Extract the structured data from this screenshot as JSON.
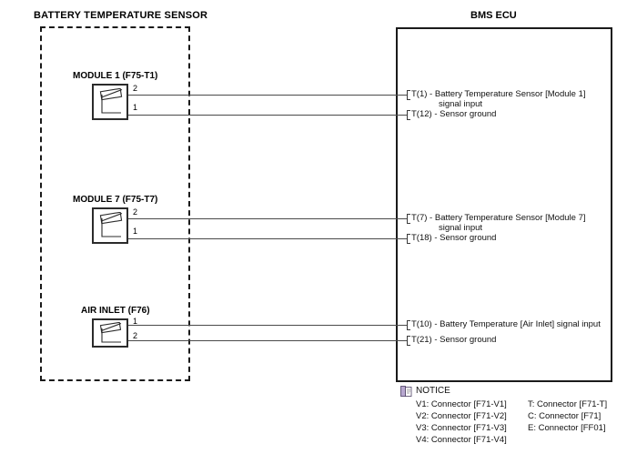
{
  "diagram": {
    "left_group_title": "BATTERY TEMPERATURE SENSOR",
    "ecu_title": "BMS ECU"
  },
  "sensors": [
    {
      "label": "MODULE 1 (F75-T1)",
      "icon": "thermistor-icon",
      "pins": [
        {
          "number": "2"
        },
        {
          "number": "1"
        }
      ]
    },
    {
      "label": "MODULE 7 (F75-T7)",
      "icon": "thermistor-icon",
      "pins": [
        {
          "number": "2"
        },
        {
          "number": "1"
        }
      ]
    },
    {
      "label": "AIR INLET (F76)",
      "icon": "thermistor-icon",
      "pins": [
        {
          "number": "1"
        },
        {
          "number": "2"
        }
      ]
    }
  ],
  "ecu_pins": [
    {
      "line1": "T(1) - Battery Temperature Sensor [Module 1]",
      "line2": "signal input"
    },
    {
      "line1": "T(12) - Sensor ground",
      "line2": ""
    },
    {
      "line1": "T(7) - Battery Temperature Sensor [Module 7]",
      "line2": "signal input"
    },
    {
      "line1": "T(18) - Sensor ground",
      "line2": ""
    },
    {
      "line1": "T(10) - Battery Temperature [Air Inlet] signal input",
      "line2": ""
    },
    {
      "line1": "T(21) - Sensor ground",
      "line2": ""
    }
  ],
  "notice": {
    "icon": "book-icon",
    "title": "NOTICE",
    "column_left": [
      "V1: Connector [F71-V1]",
      "V2: Connector [F71-V2]",
      "V3: Connector [F71-V3]",
      "V4: Connector [F71-V4]"
    ],
    "column_right": [
      "T: Connector [F71-T]",
      "C: Connector [F71]",
      "E: Connector [FF01]"
    ]
  },
  "colors": {
    "line": "#4a4a4a",
    "border": "#1a1a1a",
    "text": "#111111",
    "background": "#ffffff"
  }
}
